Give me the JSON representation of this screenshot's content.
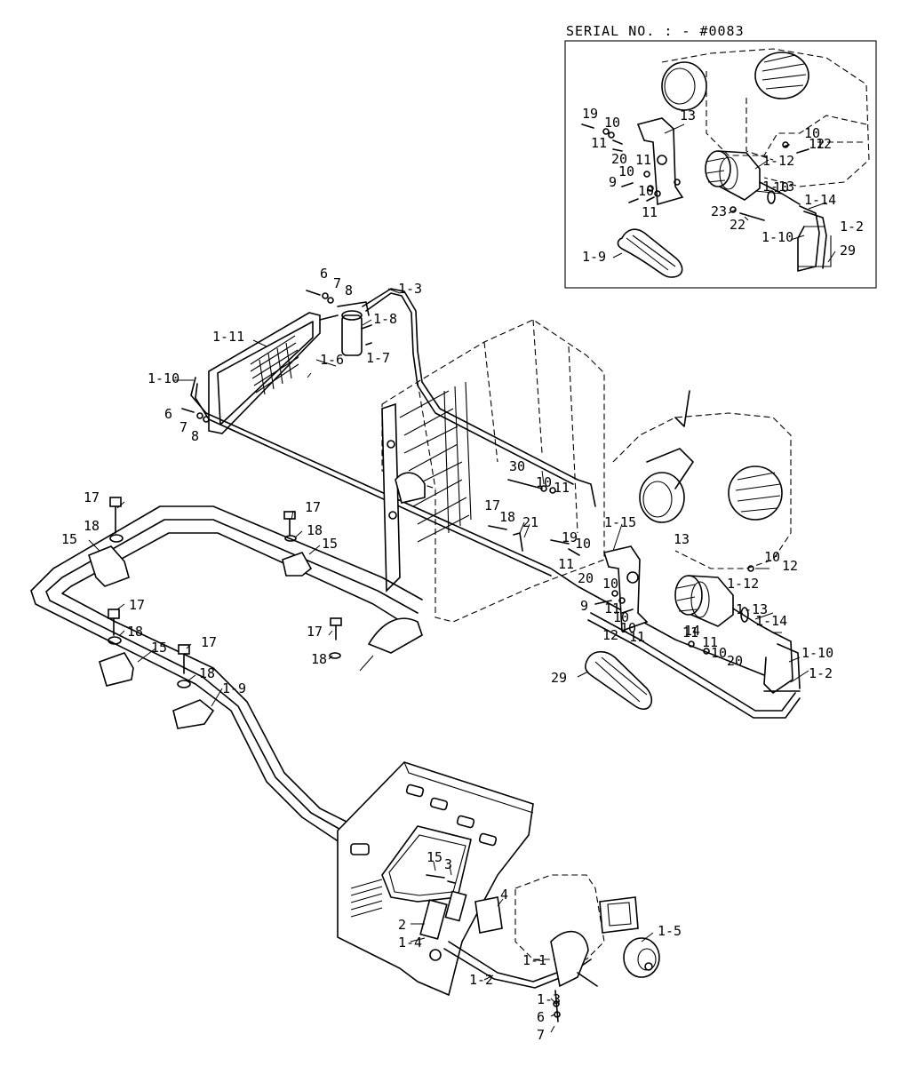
{
  "inset": {
    "header": "SERIAL NO. : - #0083"
  },
  "inset_labels": [
    "19",
    "10",
    "11",
    "20",
    "13",
    "10",
    "12",
    "11",
    "10",
    "1-12",
    "9",
    "10",
    "11",
    "12",
    "10",
    "1-13",
    "1-14",
    "23",
    "22",
    "1-2",
    "1-10",
    "29",
    "1-9"
  ],
  "main_labels": [
    "6",
    "7",
    "8",
    "1-3",
    "1-11",
    "1-8",
    "1-6",
    "1-7",
    "1-10",
    "6",
    "7",
    "8",
    "30",
    "10",
    "11",
    "17",
    "18",
    "21",
    "1-15",
    "19",
    "10",
    "11",
    "20",
    "13",
    "10",
    "12",
    "17",
    "18",
    "15",
    "17",
    "18",
    "15",
    "10",
    "1-12",
    "11",
    "10",
    "9",
    "11",
    "11",
    "12",
    "10",
    "1-13",
    "1-14",
    "17",
    "15",
    "18",
    "17",
    "18",
    "17",
    "18",
    "14",
    "11",
    "10",
    "20",
    "1-10",
    "1-2",
    "29",
    "1-9",
    "15",
    "3",
    "4",
    "2",
    "1-4",
    "1-5",
    "1-1",
    "1-2",
    "1-3",
    "6",
    "7",
    "8"
  ]
}
